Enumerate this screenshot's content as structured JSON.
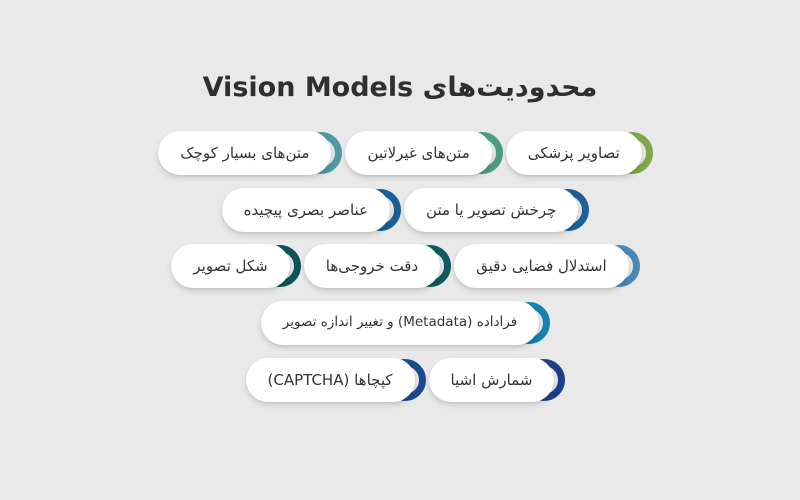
{
  "page": {
    "background_color": "#e9e9e9",
    "text_color": "#333333"
  },
  "header": {
    "title": "محدودیت‌های Vision Models",
    "title_color": "#2f2f2f"
  },
  "rows": [
    {
      "name": "row-1",
      "items": [
        {
          "label": "تصاویر پزشکی",
          "accent": "#7fa949"
        },
        {
          "label": "متن‌های غیرلاتین",
          "accent": "#4a9e7f"
        },
        {
          "label": "متن‌های بسیار کوچک",
          "accent": "#4d9aa5"
        }
      ]
    },
    {
      "name": "row-2",
      "items": [
        {
          "label": "چرخش تصویر یا متن",
          "accent": "#1c6298"
        },
        {
          "label": "عناصر بصری پیچیده",
          "accent": "#1b5f97"
        }
      ]
    },
    {
      "name": "row-3",
      "items": [
        {
          "label": "استدلال فضایی دقیق",
          "accent": "#4a87b5"
        },
        {
          "label": "دقت خروجی‌ها",
          "accent": "#0f5a5e"
        },
        {
          "label": "شکل تصویر",
          "accent": "#0e5457"
        }
      ]
    },
    {
      "name": "row-4",
      "items": [
        {
          "label": "فراداده (Metadata) و تغییر اندازه تصویر",
          "accent": "#1483b0",
          "small": true
        }
      ]
    },
    {
      "name": "row-5",
      "items": [
        {
          "label": "شمارش اشیا",
          "accent": "#1b3f88"
        },
        {
          "label": "کپچاها (CAPTCHA)",
          "accent": "#1c4a8f"
        }
      ]
    }
  ]
}
